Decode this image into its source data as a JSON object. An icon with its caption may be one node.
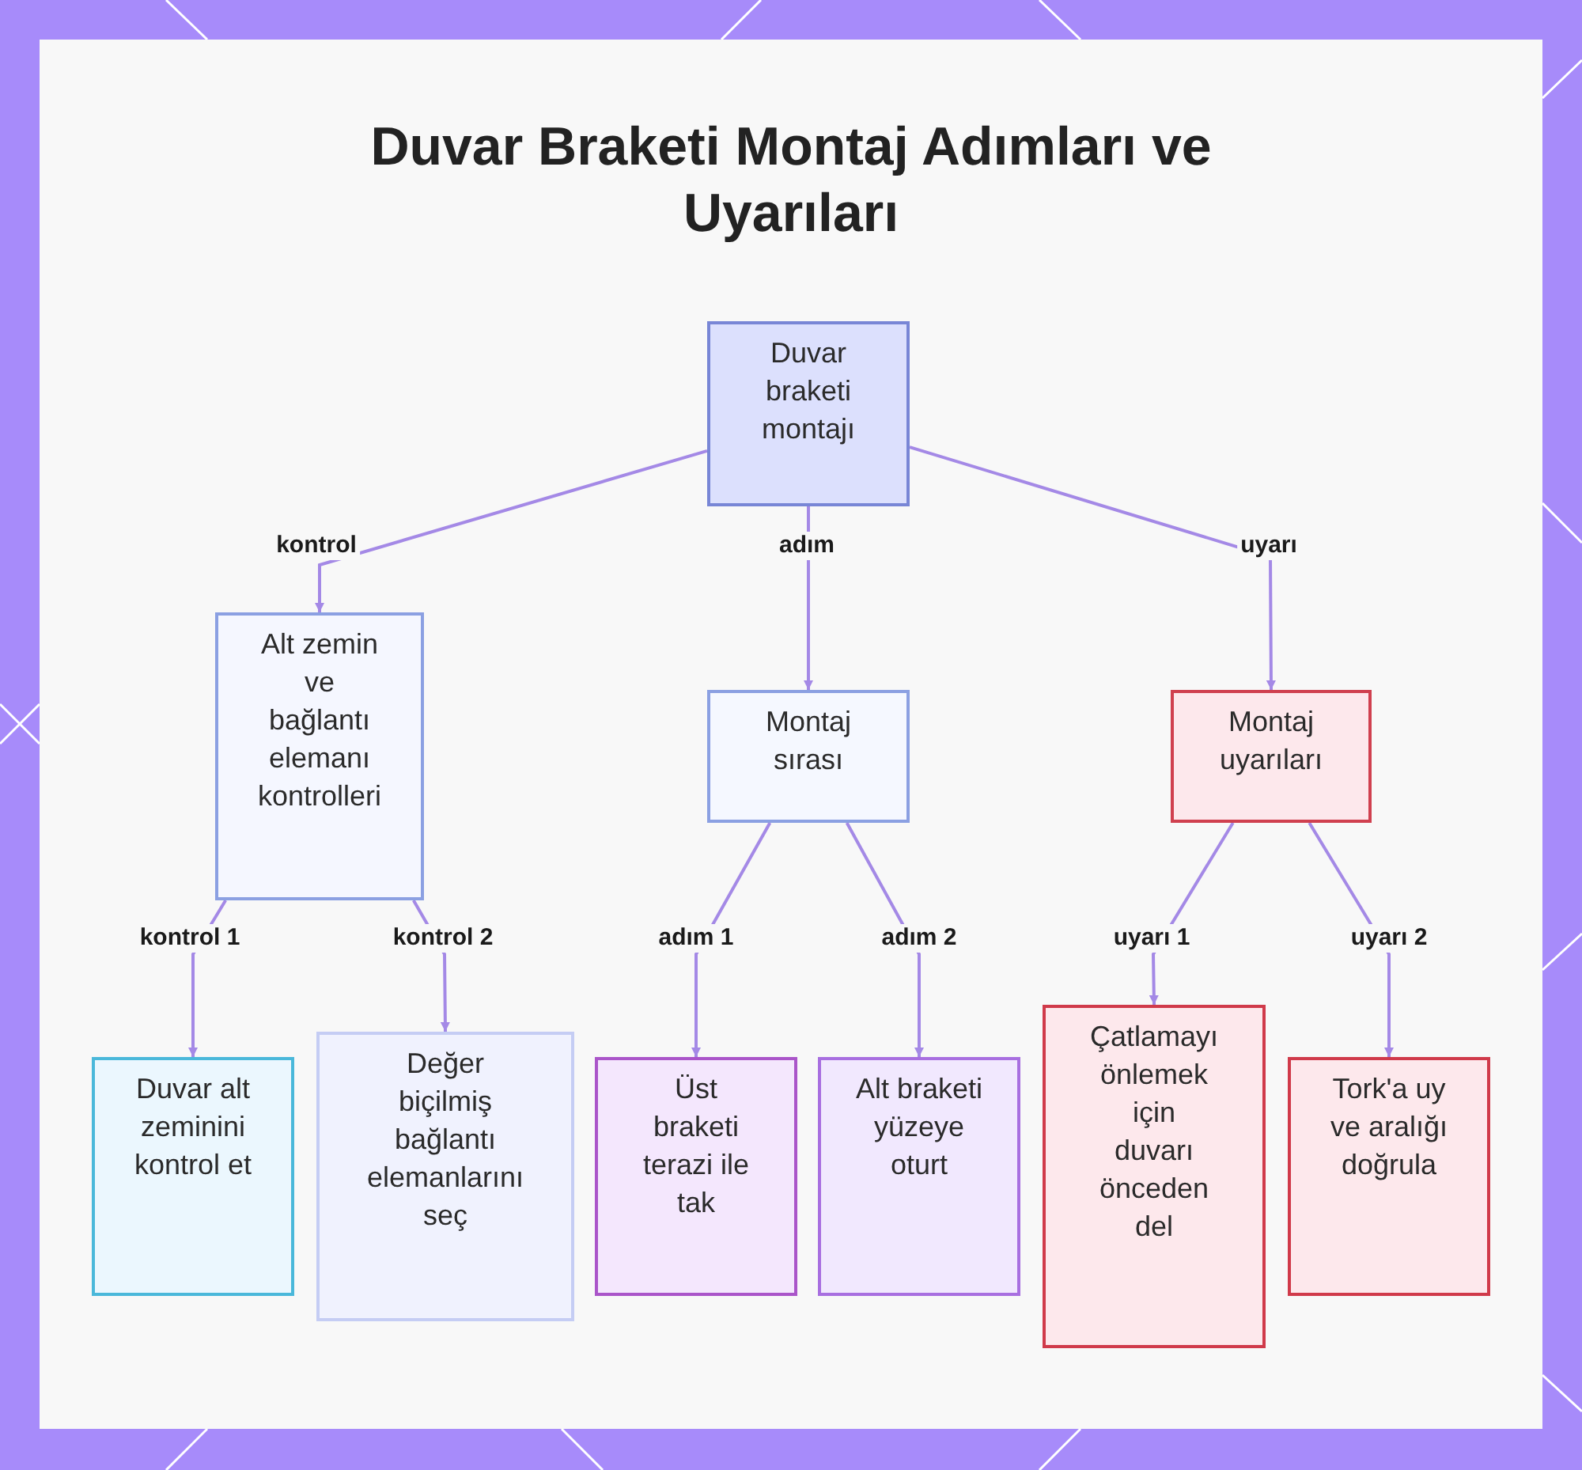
{
  "diagram": {
    "title": "Duvar Braketi Montaj Adımları ve Uyarıları",
    "nodes": [
      {
        "text": [
          "Duvar braketi montajı"
        ]
      },
      {
        "text": [
          "Alt zemin ve bağlantı elemanı kontrolleri"
        ]
      },
      {
        "text": [
          "Montaj sırası"
        ]
      },
      {
        "text": [
          "Montaj uyarıları"
        ]
      },
      {
        "text": [
          "Duvar alt zeminini kontrol et"
        ]
      },
      {
        "text": [
          "Değer biçilmiş bağlantı elemanlarını seç"
        ]
      },
      {
        "text": [
          "Üst braketi terazi ile tak"
        ]
      },
      {
        "text": [
          "Alt braketi yüzeye oturt"
        ]
      },
      {
        "text": [
          "Çatlamayı önlemek için duvarı önceden del"
        ]
      },
      {
        "text": [
          "Tork'a uy ve aralığı doğrula"
        ]
      }
    ],
    "edges": [
      {
        "from": 0,
        "to": 1,
        "arrow": "to",
        "label": "kontrol"
      },
      {
        "from": 0,
        "to": 2,
        "arrow": "to",
        "label": "adım"
      },
      {
        "from": 0,
        "to": 3,
        "arrow": "to",
        "label": "uyarı"
      },
      {
        "from": 1,
        "to": 4,
        "arrow": "to",
        "label": "kontrol 1"
      },
      {
        "from": 1,
        "to": 5,
        "arrow": "to",
        "label": "kontrol 2"
      },
      {
        "from": 2,
        "to": 6,
        "arrow": "to",
        "label": "adım 1"
      },
      {
        "from": 2,
        "to": 7,
        "arrow": "to",
        "label": "adım 2"
      },
      {
        "from": 3,
        "to": 8,
        "arrow": "to",
        "label": "uyarı 1"
      },
      {
        "from": 3,
        "to": 9,
        "arrow": "to",
        "label": "uyarı 2"
      }
    ]
  }
}
